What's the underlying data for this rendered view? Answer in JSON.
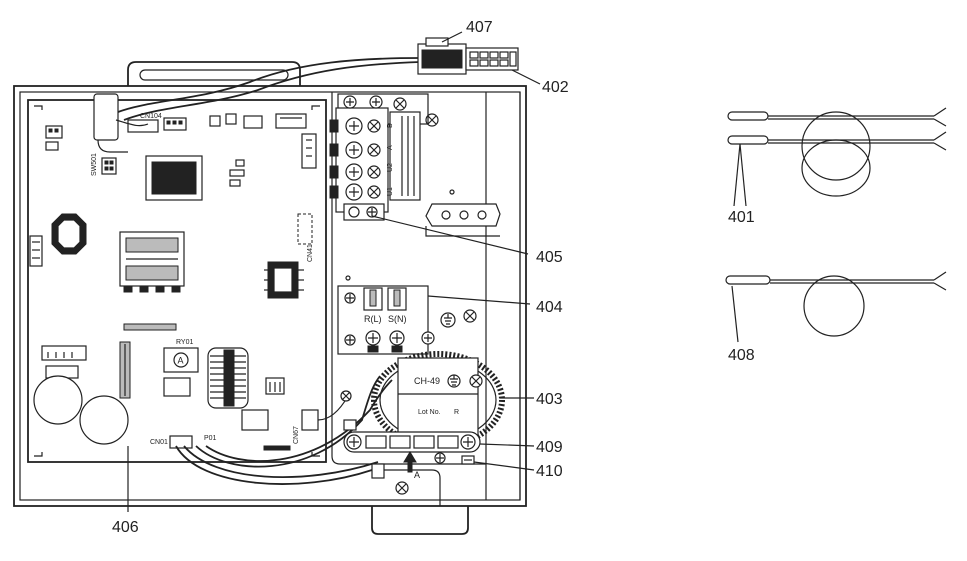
{
  "callouts": {
    "c401": "401",
    "c402": "402",
    "c403": "403",
    "c404": "404",
    "c405": "405",
    "c406": "406",
    "c407": "407",
    "c408": "408",
    "c409": "409",
    "c410": "410"
  },
  "board_labels": {
    "cn104": "CN104",
    "sw501": "SW501",
    "cn41": "CN41",
    "ry01": "RY01",
    "cn01": "CN01",
    "p01": "P01",
    "cn67": "CN67",
    "ry01_symbol": "A"
  },
  "terminal_labels": {
    "r_l": "R(L)",
    "s_n": "S(N)",
    "u1": "U1",
    "u2": "U2",
    "a": "A",
    "b": "B"
  },
  "reactor_labels": {
    "model": "CH-49",
    "lot": "Lot No.",
    "lot_suffix": "R"
  },
  "arrow_label": "A"
}
